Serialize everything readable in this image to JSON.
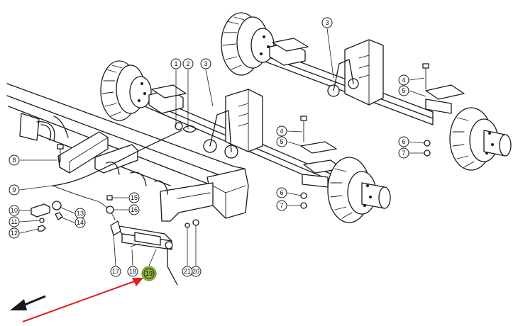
{
  "diagram": {
    "callouts": [
      {
        "id": "c1",
        "label": "1"
      },
      {
        "id": "c2",
        "label": "2"
      },
      {
        "id": "c3a",
        "label": "3"
      },
      {
        "id": "c3b",
        "label": "3"
      },
      {
        "id": "c4a",
        "label": "4"
      },
      {
        "id": "c4b",
        "label": "4"
      },
      {
        "id": "c5a",
        "label": "5"
      },
      {
        "id": "c5b",
        "label": "5"
      },
      {
        "id": "c6a",
        "label": "6"
      },
      {
        "id": "c6b",
        "label": "6"
      },
      {
        "id": "c7a",
        "label": "7"
      },
      {
        "id": "c7b",
        "label": "7"
      },
      {
        "id": "c8",
        "label": "8"
      },
      {
        "id": "c9",
        "label": "9"
      },
      {
        "id": "c10",
        "label": "10"
      },
      {
        "id": "c11",
        "label": "11"
      },
      {
        "id": "c12",
        "label": "12"
      },
      {
        "id": "c13",
        "label": "13"
      },
      {
        "id": "c14",
        "label": "14"
      },
      {
        "id": "c15",
        "label": "15"
      },
      {
        "id": "c16",
        "label": "16"
      },
      {
        "id": "c17",
        "label": "17"
      },
      {
        "id": "c18",
        "label": "18"
      },
      {
        "id": "c19",
        "label": "19"
      },
      {
        "id": "c20",
        "label": "20"
      },
      {
        "id": "c21",
        "label": "21"
      }
    ],
    "highlight": {
      "label": "19",
      "color": "#8db33c"
    },
    "annotation_arrow_color": "#e02020",
    "direction_arrow_color": "#1a1a1a"
  }
}
